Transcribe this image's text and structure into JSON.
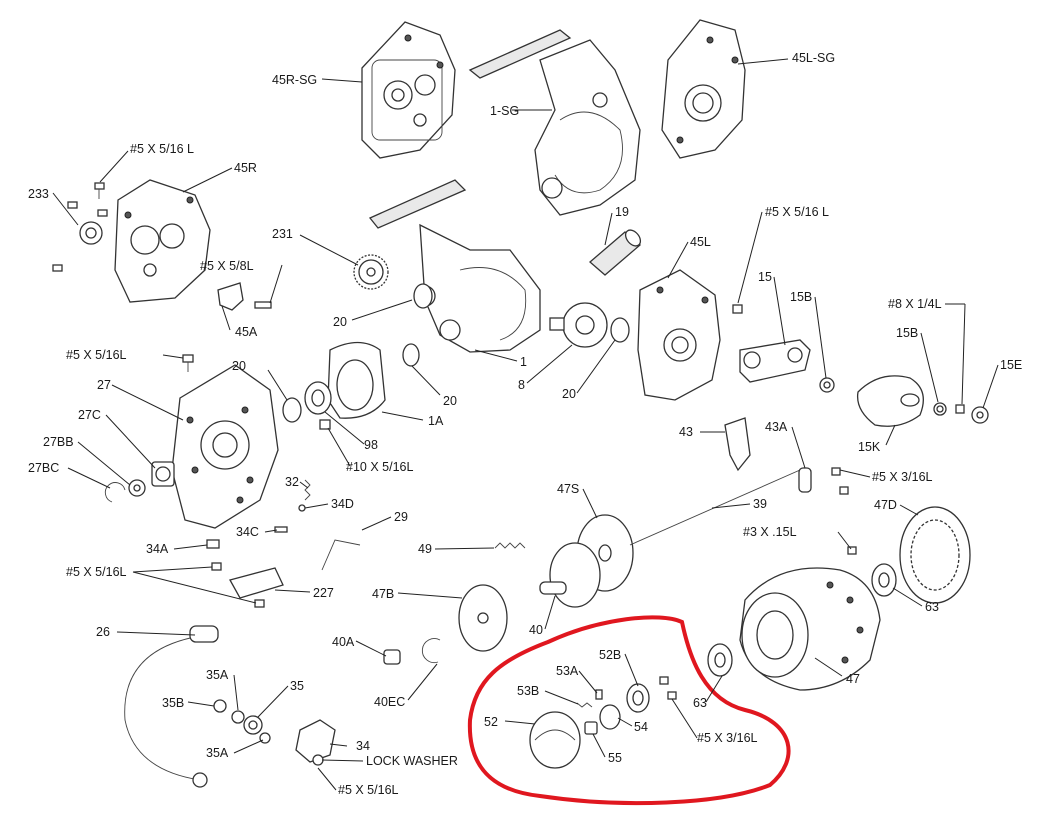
{
  "diagram": {
    "type": "exploded-parts-diagram",
    "highlight_color": "#e0171f",
    "labels": {
      "l45r_sg": "45R-SG",
      "l1_sg": "1-SG",
      "l45l_sg": "45L-SG",
      "l5x516l_top": "#5 X 5/16 L",
      "l45r": "45R",
      "l233": "233",
      "l19": "19",
      "l5x516l_right": "#5 X 5/16 L",
      "l45l": "45L",
      "l231": "231",
      "l5x58l": "#5 X 5/8L",
      "l15": "15",
      "l15b_top": "15B",
      "l8x14l": "#8 X 1/4L",
      "l45a": "45A",
      "l20_a": "20",
      "l15b_mid": "15B",
      "l15e": "15E",
      "l5x516l_left": "#5 X 5/16L",
      "l1": "1",
      "l20_b": "20",
      "l8": "8",
      "l27": "27",
      "l20_c": "20",
      "l20_d": "20",
      "l1a": "1A",
      "l15k": "15K",
      "l27c": "27C",
      "l98": "98",
      "l43": "43",
      "l43a": "43A",
      "l27bb": "27BB",
      "l10x516l": "#10 X 5/16L",
      "l27bc": "27BC",
      "l5x316l_right": "#5 X 3/16L",
      "l32": "32",
      "l34d": "34D",
      "l47s": "47S",
      "l39": "39",
      "l47d": "47D",
      "l29": "29",
      "l34c": "34C",
      "l34a": "34A",
      "l3x15l": "#3 X .15L",
      "l49": "49",
      "l5x516l_low": "#5 X 5/16L",
      "l227": "227",
      "l47b": "47B",
      "l63_right": "63",
      "l26": "26",
      "l40a": "40A",
      "l40": "40",
      "l47": "47",
      "l52b": "52B",
      "l53a": "53A",
      "l35a_top": "35A",
      "l35": "35",
      "l40ec": "40EC",
      "l53b": "53B",
      "l63_mid": "63",
      "l35b": "35B",
      "l52": "52",
      "l54": "54",
      "l5x316l_bottom": "#5 X 3/16L",
      "l34": "34",
      "l35a_bottom": "35A",
      "l55": "55",
      "lock_washer": "LOCK WASHER",
      "l5x516l_bottom": "#5 X 5/16L"
    }
  }
}
